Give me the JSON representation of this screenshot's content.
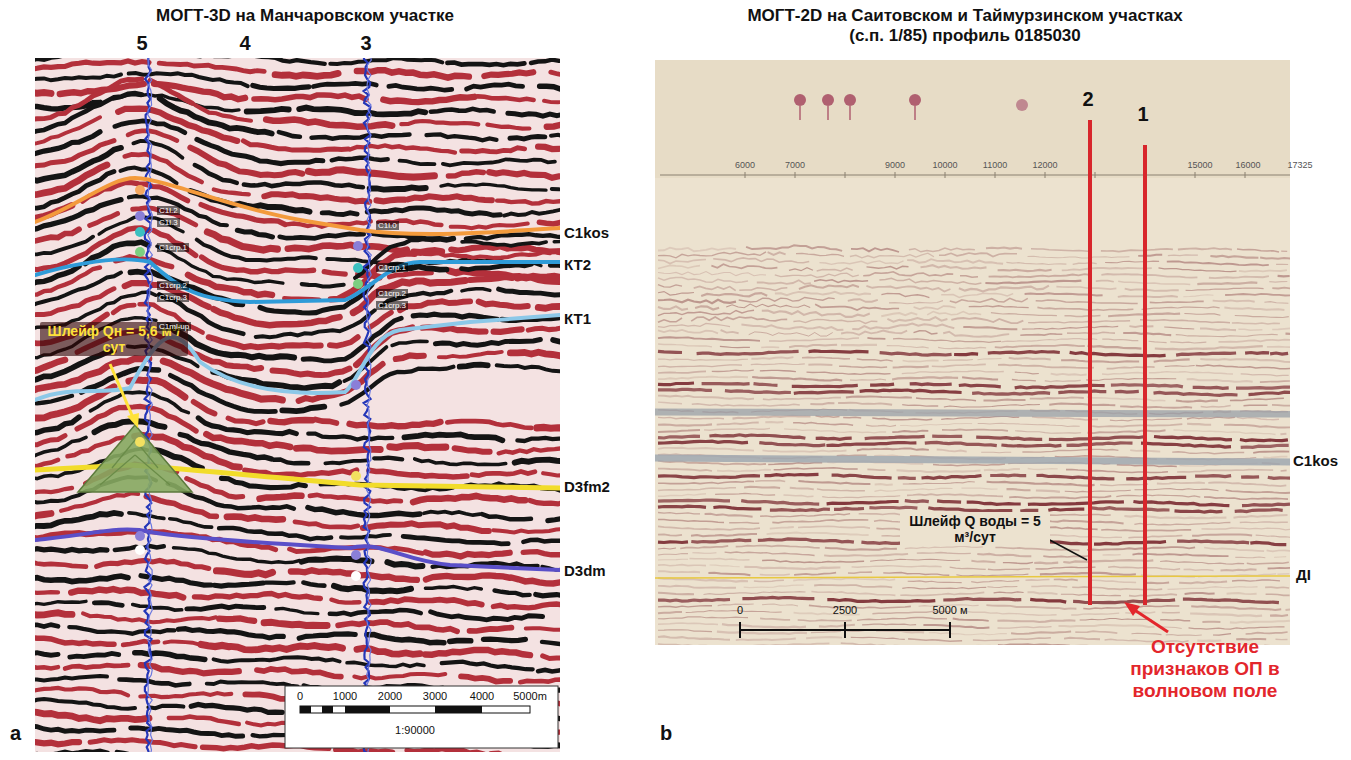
{
  "diagram": {
    "labels": [
      "МОГТ-3D на Манчаровском участке",
      "МОГТ-2D на Саитовском и Таймурзинском участках (с.п. 1/85) профиль 0185030",
      "5",
      "4",
      "3",
      "C1kos",
      "КТ2",
      "КТ1",
      "D3fm2",
      "D3dm",
      "Шлейф Qн = 5,6 м³/сут",
      "C1l.2",
      "C1l.3",
      "C1crp.1",
      "C1crp.2",
      "C1crp.3",
      "C1ml-up",
      "C1l.0",
      "C1crp.1",
      "C1crp.2",
      "C1crp.3",
      "0",
      "1000",
      "2000",
      "3000",
      "4000",
      "5000m",
      "1:90000",
      "a",
      "2",
      "1",
      "6000",
      "7000",
      "9000",
      "10000",
      "11000",
      "12000",
      "15000",
      "16000",
      "17325",
      "C1kos",
      "ДI",
      "Шлейф Q воды = 5 м³/сут",
      "Отсутствие признаков ОП в волновом поле",
      "0",
      "2500",
      "5000 м",
      "b"
    ]
  }
}
